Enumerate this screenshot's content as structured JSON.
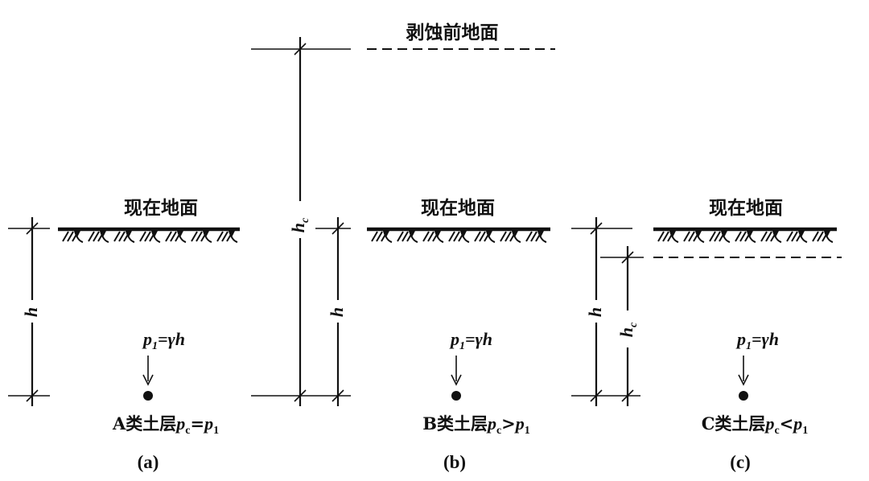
{
  "labels": {
    "eroded_ground": "剥蚀前地面",
    "current_ground": "现在地面",
    "h": "h",
    "h_c_main": "h",
    "h_c_sub": "c",
    "formula_p": "p",
    "formula_p_sub": "1",
    "formula_rhs": "=γh"
  },
  "panels": [
    {
      "id": "a",
      "caption": "(a)",
      "soil_prefix": "A类土层",
      "pc": "p",
      "pc_sub": "c",
      "relation": "=",
      "p1": "p",
      "p1_sub": "1"
    },
    {
      "id": "b",
      "caption": "(b)",
      "soil_prefix": "B类土层",
      "pc": "p",
      "pc_sub": "c",
      "relation": ">",
      "p1": "p",
      "p1_sub": "1"
    },
    {
      "id": "c",
      "caption": "(c)",
      "soil_prefix": "C类土层",
      "pc": "p",
      "pc_sub": "c",
      "relation": "<",
      "p1": "p",
      "p1_sub": "1"
    }
  ]
}
